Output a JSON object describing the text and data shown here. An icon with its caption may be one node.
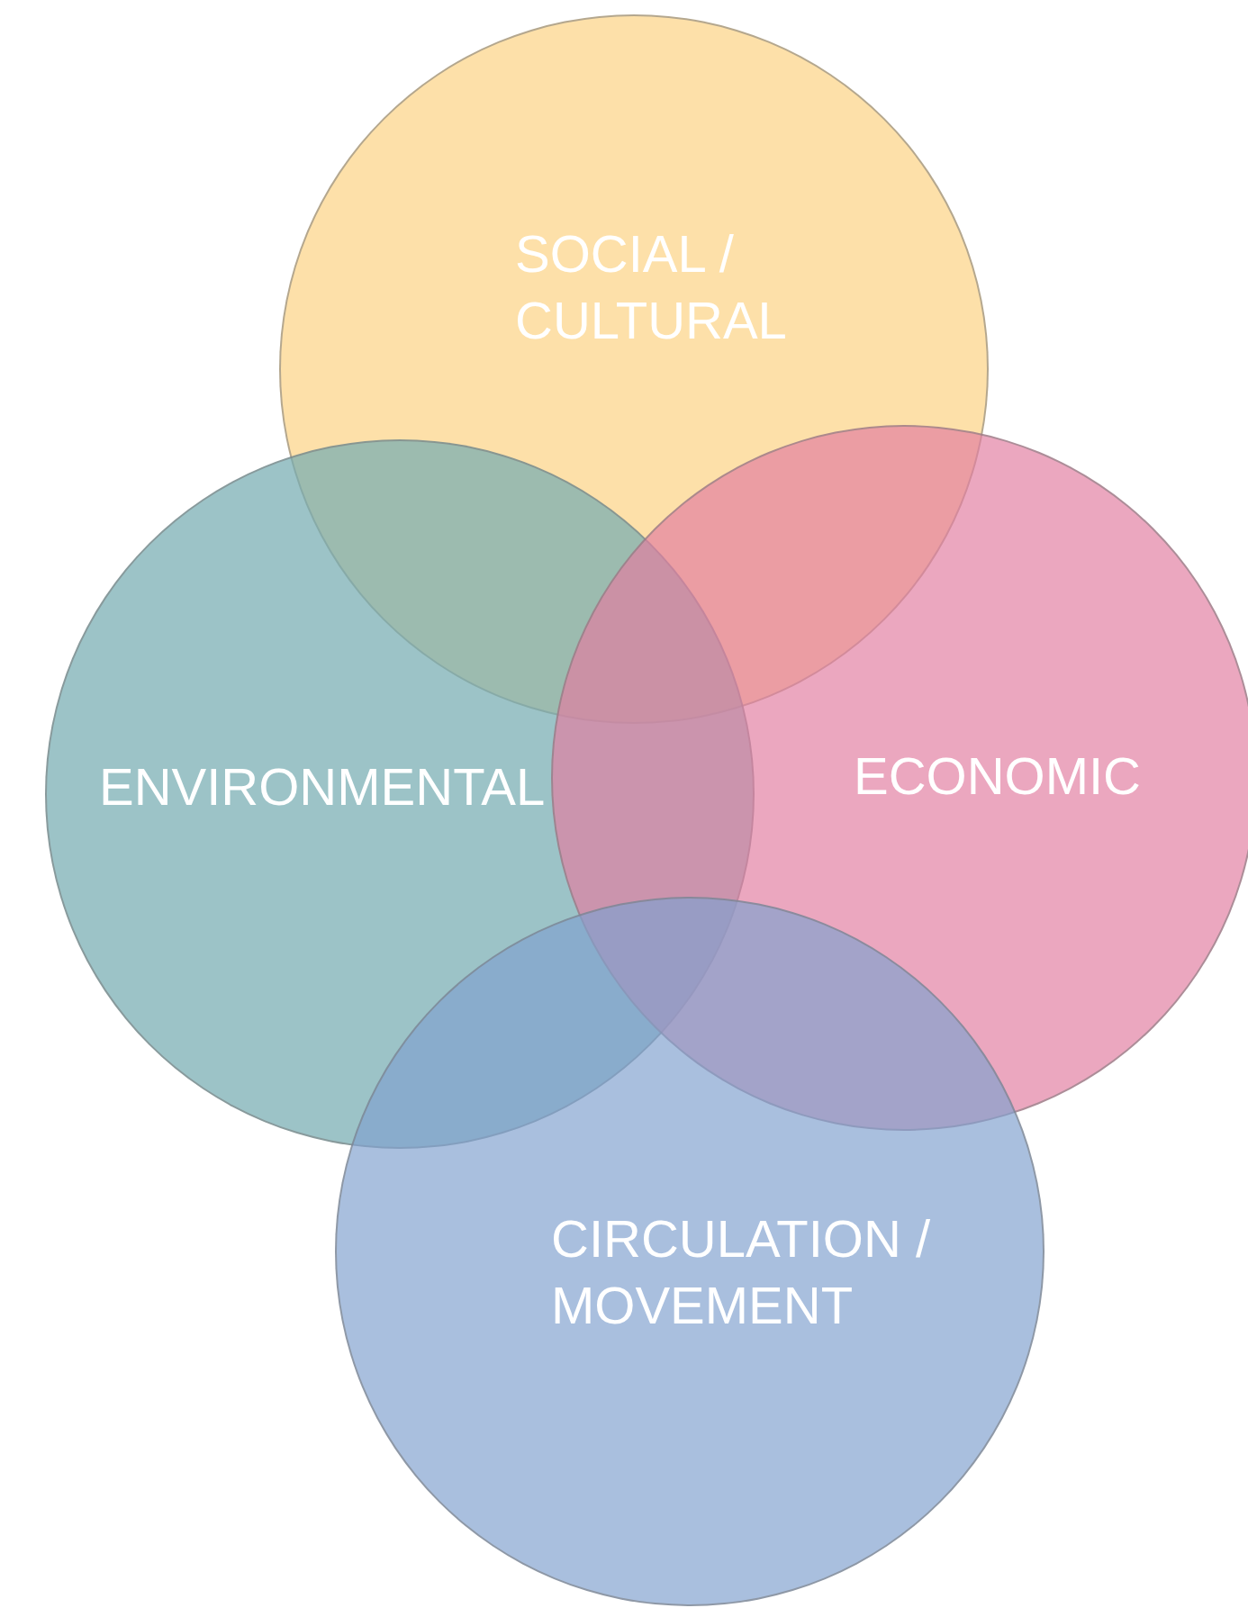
{
  "diagram": {
    "nodes": [
      {
        "text": [
          "SOCIAL / CULTURAL"
        ]
      },
      {
        "text": [
          "ENVIRONMENTAL"
        ]
      },
      {
        "text": [
          "ECONOMIC"
        ]
      },
      {
        "text": [
          "CIRCULATION / MOVEMENT"
        ]
      }
    ]
  }
}
